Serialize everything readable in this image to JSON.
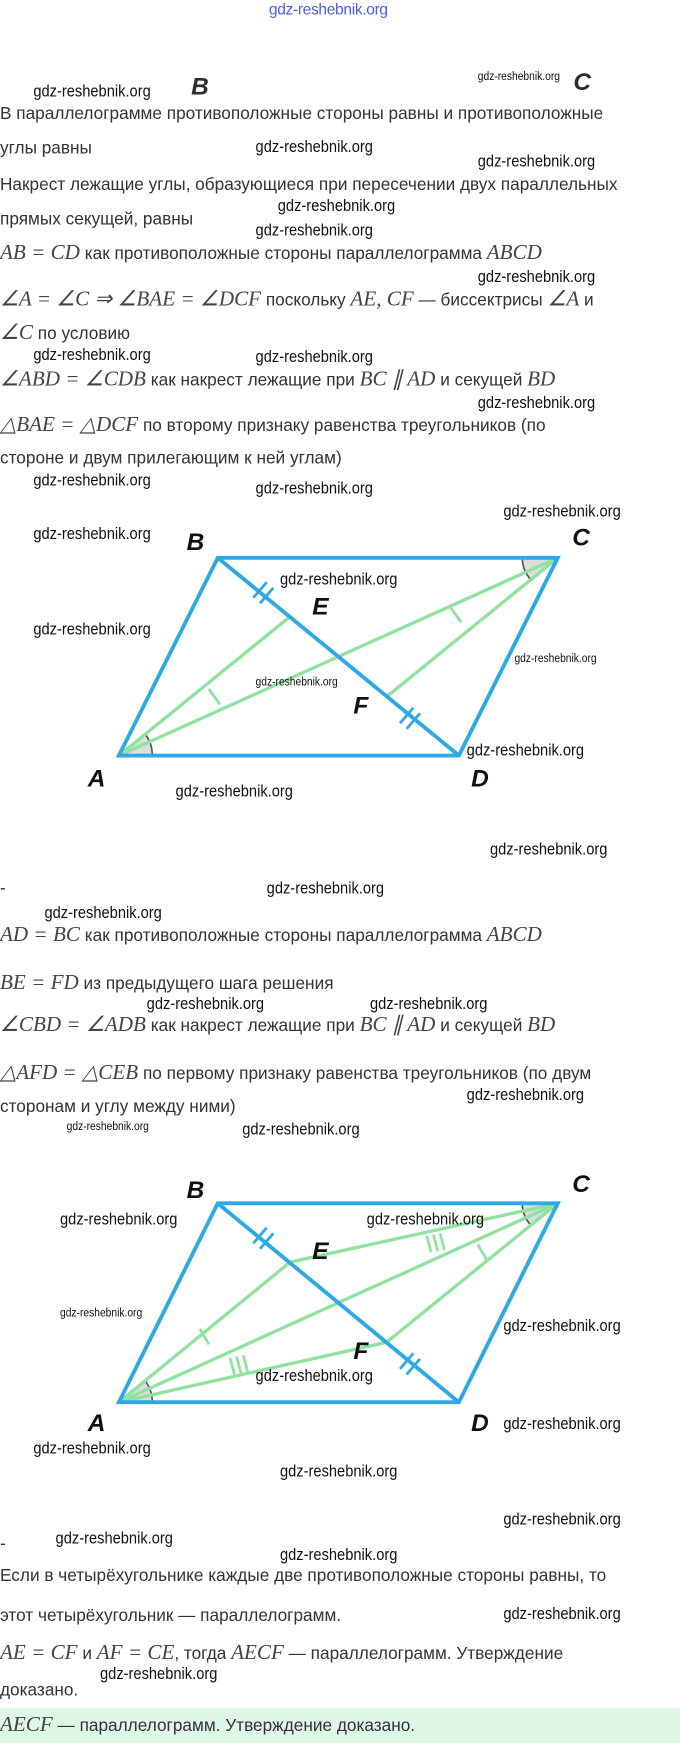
{
  "header": {
    "site": "gdz-reshebnik.org"
  },
  "step1": {
    "top_labels": [
      "B",
      "C"
    ],
    "l1": "В параллелограмме противоположные стороны равны и противоположные",
    "l2": "углы равны",
    "l3": "Накрест лежащие углы, образующиеся при пересечении двух параллельных",
    "l4": "прямых секущей, равны",
    "l5m": "AB = CD",
    "l5t": " как противоположные стороны параллелограмма ",
    "l5m2": "ABCD",
    "l6m": "∠A = ∠C  ⇒  ∠BAE = ∠DCF",
    "l6t": " поскольку ",
    "l6m2": "AE, CF",
    "l6t2": " — биссектрисы ",
    "l6m3": "∠A",
    "l6t3": " и",
    "l7m": "∠C",
    "l7t": " по условию",
    "l8m": "∠ABD = ∠CDB",
    "l8t": " как накрест лежащие при ",
    "l8m2": "BC ∥ AD",
    "l8t2": " и секущей ",
    "l8m3": "BD",
    "l9m": "△BAE = △DCF",
    "l9t": " по второму признаку равенства треугольников (по",
    "l10": "стороне и двум прилегающим к ней углам)"
  },
  "diagram1": {
    "labels": {
      "A": "A",
      "B": "B",
      "C": "C",
      "D": "D",
      "E": "E",
      "F": "F"
    },
    "line_color": "#2fa9e6",
    "green": "#8fe39f"
  },
  "step2": {
    "dash": "-",
    "l1m": "AD = BC",
    "l1t": " как противоположные стороны параллелограмма ",
    "l1m2": "ABCD",
    "l2m": "BE = FD",
    "l2t": " из предыдущего шага решения",
    "l3m": "∠CBD = ∠ADB",
    "l3t": " как накрест лежащие при ",
    "l3m2": "BC ∥ AD",
    "l3t2": " и секущей ",
    "l3m3": "BD",
    "l4m": "△AFD = △CEB",
    "l4t": " по первому признаку равенства треугольников (по двум",
    "l5": "сторонам и углу между ними)"
  },
  "diagram2": {
    "labels": {
      "A": "A",
      "B": "B",
      "C": "C",
      "D": "D",
      "E": "E",
      "F": "F"
    }
  },
  "step3": {
    "dash": "-",
    "l1": "Если в четырёхугольнике каждые две противоположные стороны равны, то",
    "l2": "этот четырёхугольник — параллелограмм.",
    "l3m": "AE = CF",
    "l3t": " и ",
    "l3m2": "AF = CE",
    "l3t2": ", тогда ",
    "l3m3": "AECF",
    "l3t3": " — параллелограмм. Утверждение",
    "l4": "доказано."
  },
  "answer": {
    "m": "AECF",
    "t": " — параллелограмм. Утверждение доказано.",
    "bg": "#dff7e6"
  },
  "watermarks": [
    "gdz-reshebnik.org",
    "gdz-reshebnik.org",
    "gdz-reshebnik.org",
    "gdz-reshebnik.org",
    "gdz-reshebnik.org",
    "gdz-reshebnik.org",
    "gdz-reshebnik.org",
    "gdz-reshebnik.org",
    "gdz-reshebnik.org",
    "gdz-reshebnik.org",
    "gdz-reshebnik.org",
    "gdz-reshebnik.org",
    "gdz-reshebnik.org",
    "gdz-reshebnik.org",
    "gdz-reshebnik.org",
    "gdz-reshebnik.org",
    "gdz-reshebnik.org",
    "gdz-reshebnik.org",
    "gdz-reshebnik.org",
    "gdz-reshebnik.org",
    "gdz-reshebnik.org",
    "gdz-reshebnik.org",
    "gdz-reshebnik.org",
    "gdz-reshebnik.org",
    "gdz-reshebnik.org",
    "gdz-reshebnik.org",
    "gdz-reshebnik.org",
    "gdz-reshebnik.org",
    "gdz-reshebnik.org",
    "gdz-reshebnik.org",
    "gdz-reshebnik.org",
    "gdz-reshebnik.org",
    "gdz-reshebnik.org",
    "gdz-reshebnik.org",
    "gdz-reshebnik.org",
    "gdz-reshebnik.org",
    "gdz-reshebnik.org",
    "gdz-reshebnik.org",
    "gdz-reshebnik.org",
    "gdz-reshebnik.org",
    "gdz-reshebnik.org"
  ]
}
